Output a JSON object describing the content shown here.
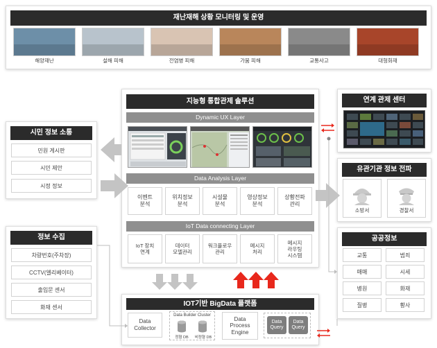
{
  "top": {
    "title": "재난재해 상황 모니터링 및 운영",
    "photos": [
      {
        "label": "해양재난",
        "color": "#6d8fa8"
      },
      {
        "label": "설해 피해",
        "color": "#b8c3cc"
      },
      {
        "label": "전염병 피해",
        "color": "#d9c4b3"
      },
      {
        "label": "가뭄 피해",
        "color": "#b9865b"
      },
      {
        "label": "교통사고",
        "color": "#8a8a8a"
      },
      {
        "label": "대형화재",
        "color": "#a8452a"
      }
    ]
  },
  "center": {
    "title": "지능형 통합관제 솔루션",
    "ux_layer": "Dynamic UX Layer",
    "analysis_layer": "Data Analysis Layer",
    "analysis_items": [
      "이벤트\n분석",
      "위치정보\n분석",
      "시설물\n분석",
      "영상정보\n분석",
      "상황전파\n관리"
    ],
    "iot_layer": "IoT Data connecting Layer",
    "iot_items": [
      "IoT 장치\n연계",
      "데이터\n모델관리",
      "워크플로우\n관리",
      "메시지\n처리",
      "메시지\n라우팅\n시스템"
    ]
  },
  "citizen": {
    "title": "시민 정보 소통",
    "items": [
      "민원 게시판",
      "시민 제안",
      "시정 정보"
    ]
  },
  "collect": {
    "title": "정보 수집",
    "items": [
      "차량번호(주차장)",
      "CCTV(엘리베이터)",
      "출입문 센서",
      "화재 센서"
    ]
  },
  "control": {
    "title": "연계 관제 센터"
  },
  "agency": {
    "title": "유관기관 정보 전파",
    "items": [
      "소방서",
      "경찰서"
    ]
  },
  "public": {
    "title": "공공정보",
    "items": [
      "교통",
      "범죄",
      "매매",
      "시세",
      "병원",
      "화재",
      "질병",
      "황사"
    ]
  },
  "bigdata": {
    "title": "IOT기반 BigData 플랫폼",
    "collector": "Data\nCollector",
    "cluster_title": "Data Builder Cluster",
    "db1": "정형 DB",
    "db2": "비정형 DB",
    "engine": "Data\nProcess\nEngine",
    "query1": "Data\nQuery",
    "query2": "Data\nQuery"
  },
  "colors": {
    "dark": "#2b2b2b",
    "layer": "#8f8f8f",
    "arrow_gray": "#c4c4c4",
    "arrow_red": "#e8281c"
  }
}
